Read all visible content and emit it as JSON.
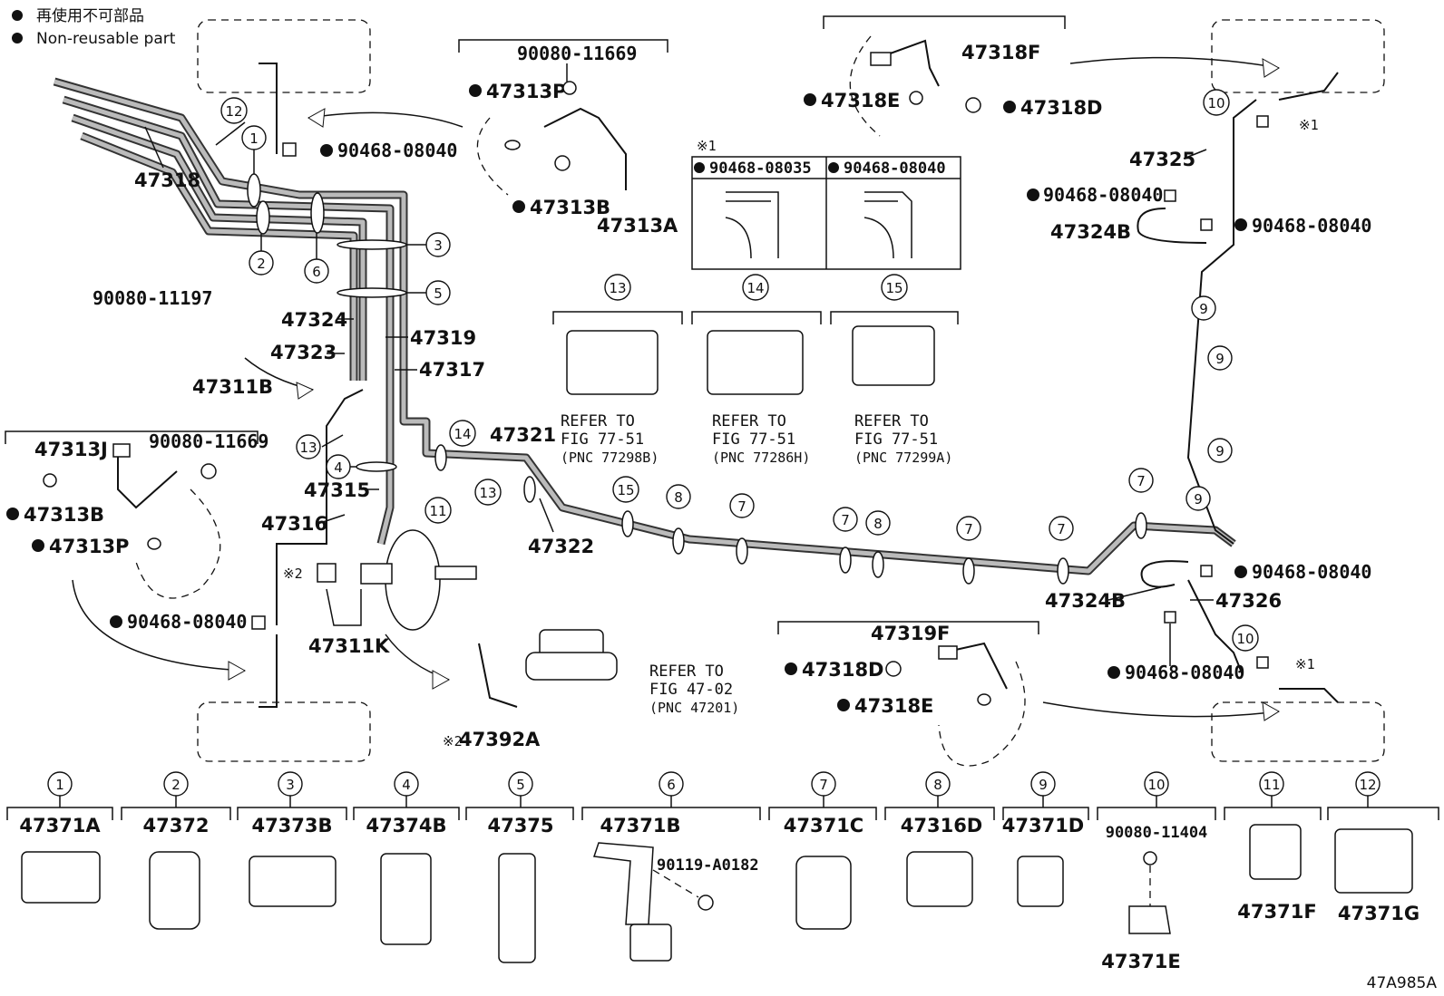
{
  "legend": {
    "jp": "再使用不可部品",
    "en": "Non-reusable part"
  },
  "figure_id": "47A985A",
  "labels": {
    "p47318": "47318",
    "p47324": "47324",
    "p47323": "47323",
    "p47319": "47319",
    "p47317": "47317",
    "p47311B": "47311B",
    "p90080_11197": "90080-11197",
    "p90080_11669a": "90080-11669",
    "p47313P_top": "47313P",
    "p47313B_top": "47313B",
    "p47313A": "47313A",
    "p47318F": "47318F",
    "p47318E_top": "47318E",
    "p47318D_top": "47318D",
    "p90468_08040_a": "90468-08040",
    "p47313J": "47313J",
    "p90080_11669b": "90080-11669",
    "p47313B_left": "47313B",
    "p47313P_left": "47313P",
    "p90468_08040_b": "90468-08040",
    "p47315": "47315",
    "p47316": "47316",
    "p47311K": "47311K",
    "p47321": "47321",
    "p47322": "47322",
    "p47392A": "47392A",
    "mark2": "※2",
    "mark2b": "※2",
    "p47325": "47325",
    "p47324B_top": "47324B",
    "p47324B_bot": "47324B",
    "p47326": "47326",
    "p90468_08040_c": "90468-08040",
    "p90468_08040_d": "90468-08040",
    "p90468_08040_e": "90468-08040",
    "p90468_08040_f": "90468-08040",
    "mark1a": "※1",
    "mark1b": "※1",
    "p47319F": "47319F",
    "p47318D_bot": "47318D",
    "p47318E_bot": "47318E"
  },
  "inset_box": {
    "mark": "※1",
    "left": "90468-08035",
    "right": "90468-08040"
  },
  "refers": [
    {
      "num": "13",
      "l1": "REFER TO",
      "l2": "FIG 77-51",
      "l3": "(PNC 77298B)"
    },
    {
      "num": "14",
      "l1": "REFER TO",
      "l2": "FIG 77-51",
      "l3": "(PNC 77286H)"
    },
    {
      "num": "15",
      "l1": "REFER TO",
      "l2": "FIG 77-51",
      "l3": "(PNC 77299A)"
    }
  ],
  "refer_mc": {
    "l1": "REFER TO",
    "l2": "FIG 47-02",
    "l3": "(PNC 47201)"
  },
  "bottom_parts": [
    {
      "num": "1",
      "label": "47371A"
    },
    {
      "num": "2",
      "label": "47372"
    },
    {
      "num": "3",
      "label": "47373B"
    },
    {
      "num": "4",
      "label": "47374B"
    },
    {
      "num": "5",
      "label": "47375"
    },
    {
      "num": "6",
      "label": "47371B",
      "extra": "90119-A0182"
    },
    {
      "num": "7",
      "label": "47371C"
    },
    {
      "num": "8",
      "label": "47316D"
    },
    {
      "num": "9",
      "label": "47371D"
    },
    {
      "num": "10",
      "label": "90080-11404",
      "extra": "47371E"
    },
    {
      "num": "11",
      "label": "47371F"
    },
    {
      "num": "12",
      "label": "47371G"
    }
  ],
  "callouts": [
    "1",
    "2",
    "3",
    "4",
    "5",
    "6",
    "7",
    "8",
    "9",
    "10",
    "11",
    "12",
    "13",
    "14",
    "15"
  ]
}
